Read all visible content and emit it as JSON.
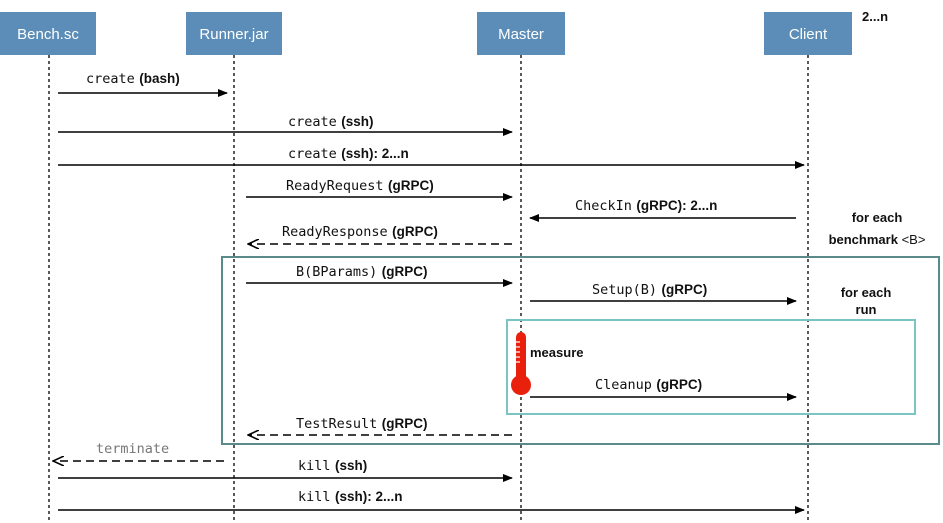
{
  "actors": [
    {
      "id": "bench",
      "label": "Bench.sc"
    },
    {
      "id": "runner",
      "label": "Runner.jar"
    },
    {
      "id": "master",
      "label": "Master"
    },
    {
      "id": "client",
      "label": "Client"
    }
  ],
  "client_multiplicity": "2...n",
  "messages": [
    {
      "id": "create-bash",
      "name": "create",
      "tag": "(bash)",
      "suffix": ""
    },
    {
      "id": "create-ssh-master",
      "name": "create",
      "tag": "(ssh)",
      "suffix": ""
    },
    {
      "id": "create-ssh-client",
      "name": "create",
      "tag": "(ssh): 2...n",
      "suffix": ""
    },
    {
      "id": "ready-request",
      "name": "ReadyRequest",
      "tag": "(gRPC)",
      "suffix": ""
    },
    {
      "id": "checkin",
      "name": "CheckIn",
      "tag": "(gRPC): 2...n",
      "suffix": ""
    },
    {
      "id": "ready-response",
      "name": "ReadyResponse",
      "tag": "(gRPC)",
      "suffix": ""
    },
    {
      "id": "bparams",
      "name": "B(BParams)",
      "tag": "(gRPC)",
      "suffix": ""
    },
    {
      "id": "setup",
      "name": "Setup(B)",
      "tag": "(gRPC)",
      "suffix": ""
    },
    {
      "id": "cleanup",
      "name": "Cleanup",
      "tag": "(gRPC)",
      "suffix": ""
    },
    {
      "id": "test-result",
      "name": "TestResult",
      "tag": "(gRPC)",
      "suffix": ""
    },
    {
      "id": "terminate",
      "name": "terminate",
      "tag": "",
      "suffix": ""
    },
    {
      "id": "kill-ssh-master",
      "name": "kill",
      "tag": "(ssh)",
      "suffix": ""
    },
    {
      "id": "kill-ssh-client",
      "name": "kill",
      "tag": "(ssh): 2...n",
      "suffix": ""
    }
  ],
  "loops": {
    "benchmark": {
      "line1": "for each",
      "line2_bold": "benchmark",
      "line2_normal": "<B>"
    },
    "run": {
      "line1": "for each",
      "line2": "run"
    }
  },
  "measure_label": "measure",
  "colors": {
    "actor_box": "#5b8db8",
    "benchmark_frame": "#5a8a8a",
    "run_frame": "#7ac4c4",
    "thermometer": "#e8200c"
  },
  "icons": {
    "measure": "thermometer-icon"
  }
}
